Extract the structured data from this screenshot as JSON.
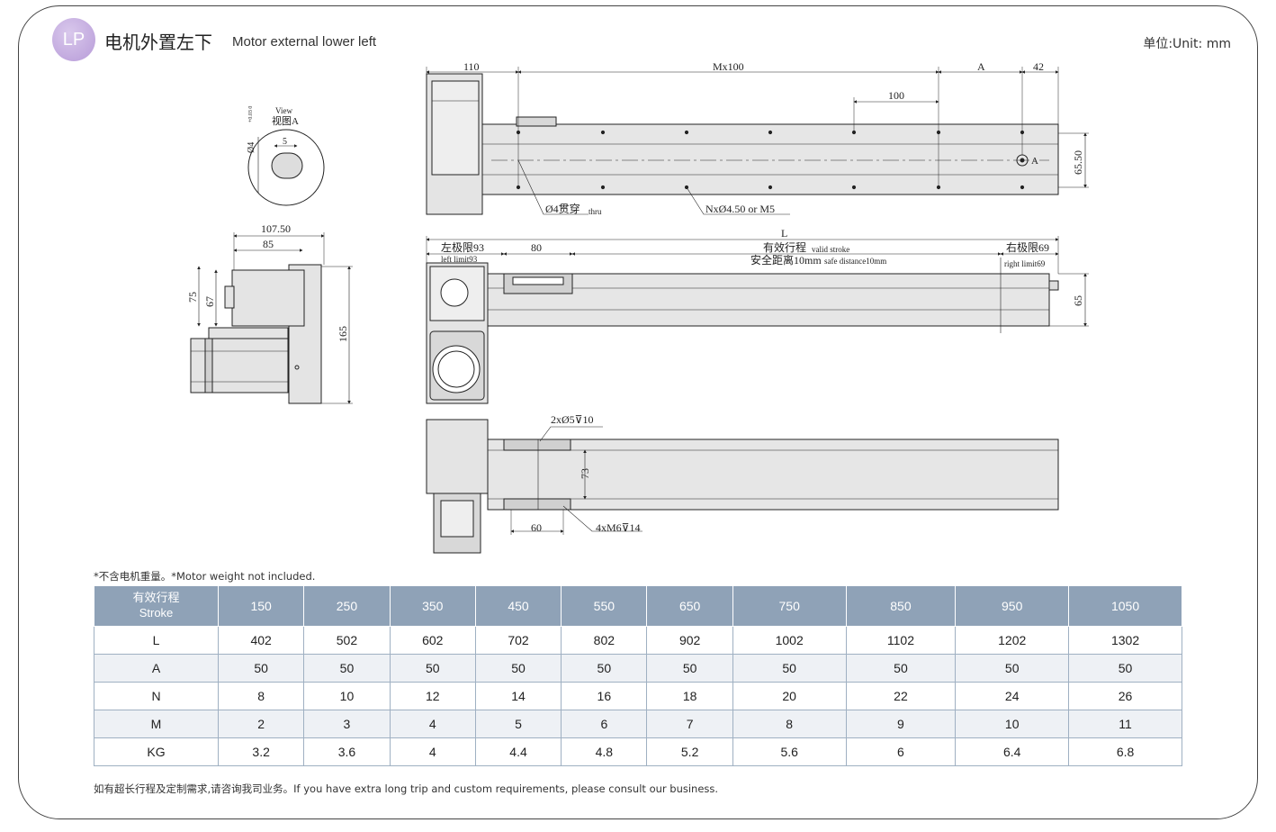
{
  "header": {
    "badge": "LP",
    "title_cn": "电机外置左下",
    "title_en": "Motor external  lower left",
    "unit": "单位:Unit: mm"
  },
  "drawing_labels": {
    "view_cn": "视图A",
    "view_en": "View",
    "dia4": "Ø4",
    "dim5": "5",
    "tol": "+0.03 0",
    "d107": "107.50",
    "d85": "85",
    "d75": "75",
    "d67": "67",
    "d165": "165",
    "d110": "110",
    "mx100": "Mx100",
    "dA": "A",
    "d42": "42",
    "d100": "100",
    "d6550": "65.50",
    "markA": "A",
    "thru_cn": "Ø4贯穿",
    "thru_en": "thru",
    "nx": "NxØ4.50 or M5",
    "dL": "L",
    "left_limit_cn": "左极限93",
    "left_limit_en": "left limit93",
    "d80": "80",
    "valid_cn": "有效行程",
    "valid_en": "valid stroke",
    "safe_cn": "安全距离10mm",
    "safe_en": "safe distance10mm",
    "right_limit_cn": "右极限69",
    "right_limit_en": "right limit69",
    "d65": "65",
    "hole2": "2xØ5⊽10",
    "d73": "73",
    "d60": "60",
    "m6": "4xM6⊽14"
  },
  "note": "*不含电机重量。*Motor weight not included.",
  "table": {
    "header_cn": "有效行程",
    "header_en": "Stroke",
    "columns": [
      "150",
      "250",
      "350",
      "450",
      "550",
      "650",
      "750",
      "850",
      "950",
      "1050"
    ],
    "rows": [
      {
        "label": "L",
        "values": [
          "402",
          "502",
          "602",
          "702",
          "802",
          "902",
          "1002",
          "1102",
          "1202",
          "1302"
        ]
      },
      {
        "label": "A",
        "values": [
          "50",
          "50",
          "50",
          "50",
          "50",
          "50",
          "50",
          "50",
          "50",
          "50"
        ]
      },
      {
        "label": "N",
        "values": [
          "8",
          "10",
          "12",
          "14",
          "16",
          "18",
          "20",
          "22",
          "24",
          "26"
        ]
      },
      {
        "label": "M",
        "values": [
          "2",
          "3",
          "4",
          "5",
          "6",
          "7",
          "8",
          "9",
          "10",
          "11"
        ]
      },
      {
        "label": "KG",
        "values": [
          "3.2",
          "3.6",
          "4",
          "4.4",
          "4.8",
          "5.2",
          "5.6",
          "6",
          "6.4",
          "6.8"
        ]
      }
    ]
  },
  "footer": "如有超长行程及定制需求,请咨询我司业务。If you have extra long trip and custom requirements, please consult our business.",
  "colors": {
    "header_bg": "#8fa2b7",
    "badge": "#b79bd8",
    "part_fill": "#e4e4e4"
  }
}
